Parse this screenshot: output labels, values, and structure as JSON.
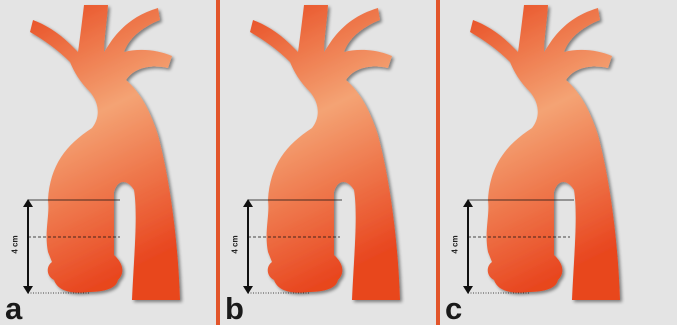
{
  "panels": [
    {
      "letter": "a",
      "measurement": "4 cm"
    },
    {
      "letter": "b",
      "measurement": "4 cm"
    },
    {
      "letter": "c",
      "measurement": "4 cm"
    }
  ],
  "colors": {
    "vessel_light": "#f4a374",
    "vessel_dark": "#e8461f",
    "divider": "#e2552a",
    "background": "#e4e4e4"
  }
}
